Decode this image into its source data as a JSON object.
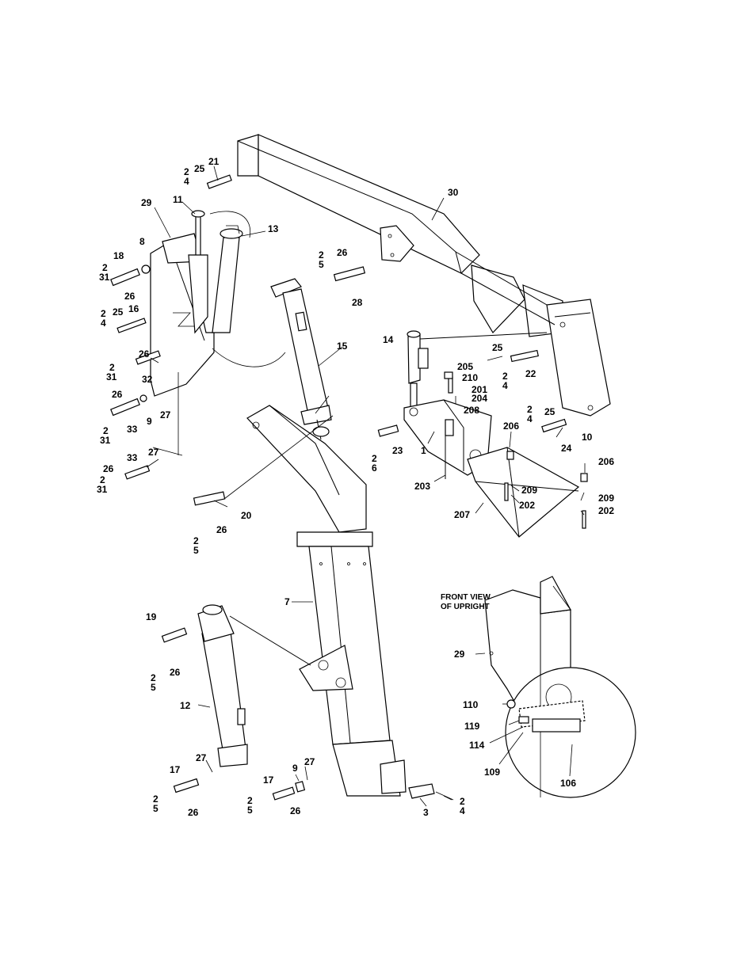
{
  "diagram": {
    "callouts": {
      "c21": "21",
      "c25a": "25",
      "c2a": "2",
      "c4a": "4",
      "c11": "11",
      "c29a": "29",
      "c13": "13",
      "c30": "30",
      "c8": "8",
      "c18": "18",
      "c2b": "2",
      "c31a": "31",
      "c26a": "26",
      "c2c": "2",
      "c5a": "5",
      "c26b": "26",
      "c28": "28",
      "c2d": "2",
      "c4b": "4",
      "c25b": "25",
      "c16": "16",
      "c15": "15",
      "c14": "14",
      "c25c": "25",
      "c22": "22",
      "c2e": "2",
      "c4c": "4",
      "c26c": "26",
      "c2f": "2",
      "c31b": "31",
      "c32": "32",
      "c205": "205",
      "c210": "210",
      "c201": "201",
      "c204": "204",
      "c208": "208",
      "c26d": "26",
      "c9a": "9",
      "c27a": "27",
      "c33a": "33",
      "c2g": "2",
      "c31c": "31",
      "c2h": "2",
      "c4d": "4",
      "c25d": "25",
      "c10": "10",
      "c24": "24",
      "c206a": "206",
      "c23": "23",
      "c1": "1",
      "c2i": "2",
      "c6": "6",
      "c27b": "27",
      "c33b": "33",
      "c26e": "26",
      "c2j": "2",
      "c31d": "31",
      "c203": "203",
      "c206b": "206",
      "c209a": "209",
      "c202a": "202",
      "c209b": "209",
      "c202b": "202",
      "c207": "207",
      "c20": "20",
      "c26f": "26",
      "c2k": "2",
      "c5b": "5",
      "c7": "7",
      "c19": "19",
      "c2l": "2",
      "c5c": "5",
      "c26g": "26",
      "c29b": "29",
      "c12": "12",
      "c110": "110",
      "c119": "119",
      "c114": "114",
      "c109": "109",
      "c106": "106",
      "c27c": "27",
      "c17a": "17",
      "c2m": "2",
      "c5d": "5",
      "c26h": "26",
      "c9b": "9",
      "c27d": "27",
      "c17b": "17",
      "c2n": "2",
      "c5e": "5",
      "c26i": "26",
      "c3": "3",
      "c2o": "2",
      "c4e": "4"
    },
    "caption_line1": "FRONT VIEW",
    "caption_line2": "OF UPRIGHT"
  }
}
